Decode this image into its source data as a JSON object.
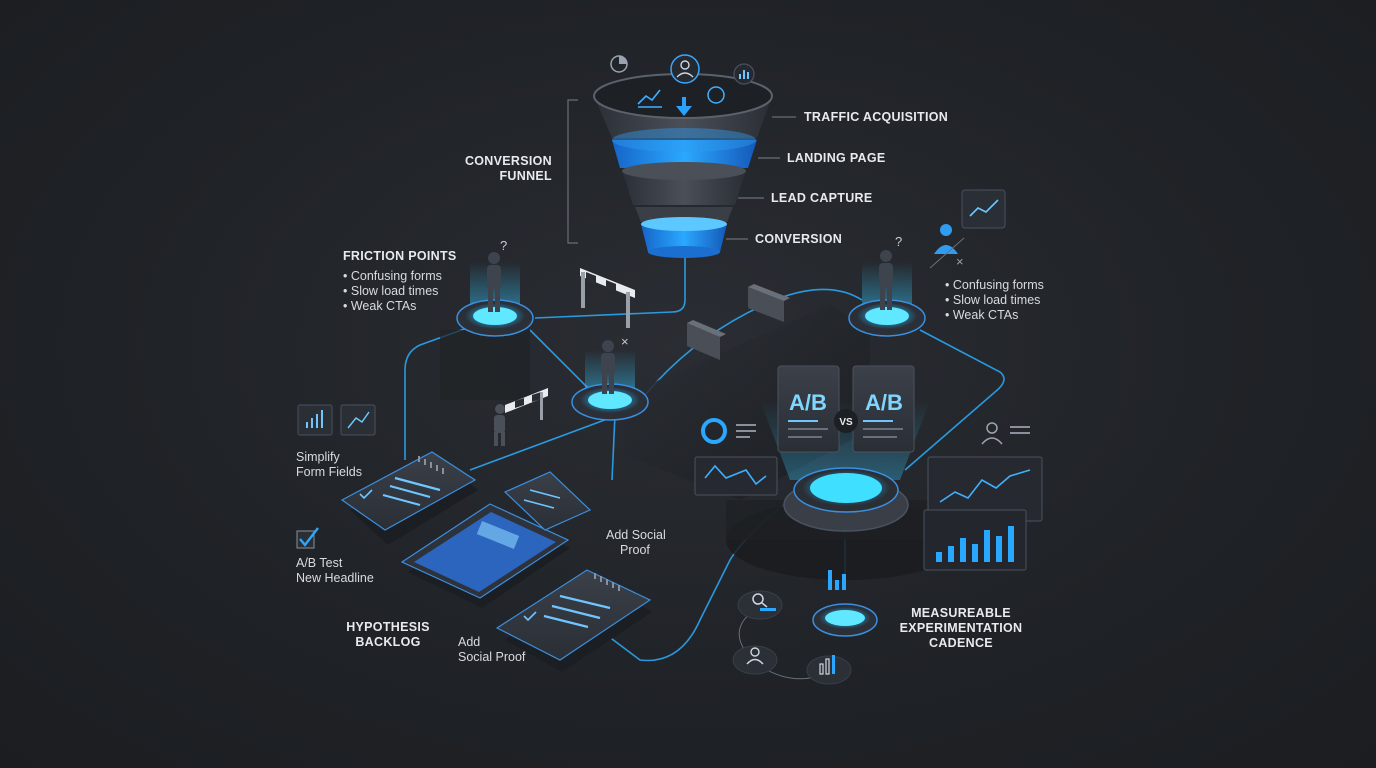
{
  "funnel": {
    "title_line1": "CONVERSION",
    "title_line2": "FUNNEL",
    "stages": [
      "TRAFFIC ACQUISITION",
      "LANDING PAGE",
      "LEAD CAPTURE",
      "CONVERSION"
    ]
  },
  "friction_left": {
    "title": "FRICTION POINTS",
    "items": [
      "Confusing forms",
      "Slow load times",
      "Weak CTAs"
    ]
  },
  "friction_right": {
    "items": [
      "Confusing forms",
      "Slow load times",
      "Weak CTAs"
    ]
  },
  "backlog": {
    "title_line1": "HYPOTHESIS",
    "title_line2": "BACKLOG",
    "card1_line1": "Simplify",
    "card1_line2": "Form Fields",
    "card2_line1": "A/B Test",
    "card2_line2": "New Headline",
    "card3_line1": "Add Social",
    "card3_line2": "Proof",
    "card4_line1": "Add",
    "card4_line2": "Social Proof"
  },
  "ab_test": {
    "variant_a": "A/B",
    "variant_b": "A/B",
    "vs": "VS"
  },
  "cadence": {
    "line1": "MEASUREABLE",
    "line2": "EXPERIMENTATION",
    "line3": "CADENCE"
  },
  "colors": {
    "accent": "#1fb6ff",
    "glow": "#5fe3ff",
    "background": "#202328"
  }
}
